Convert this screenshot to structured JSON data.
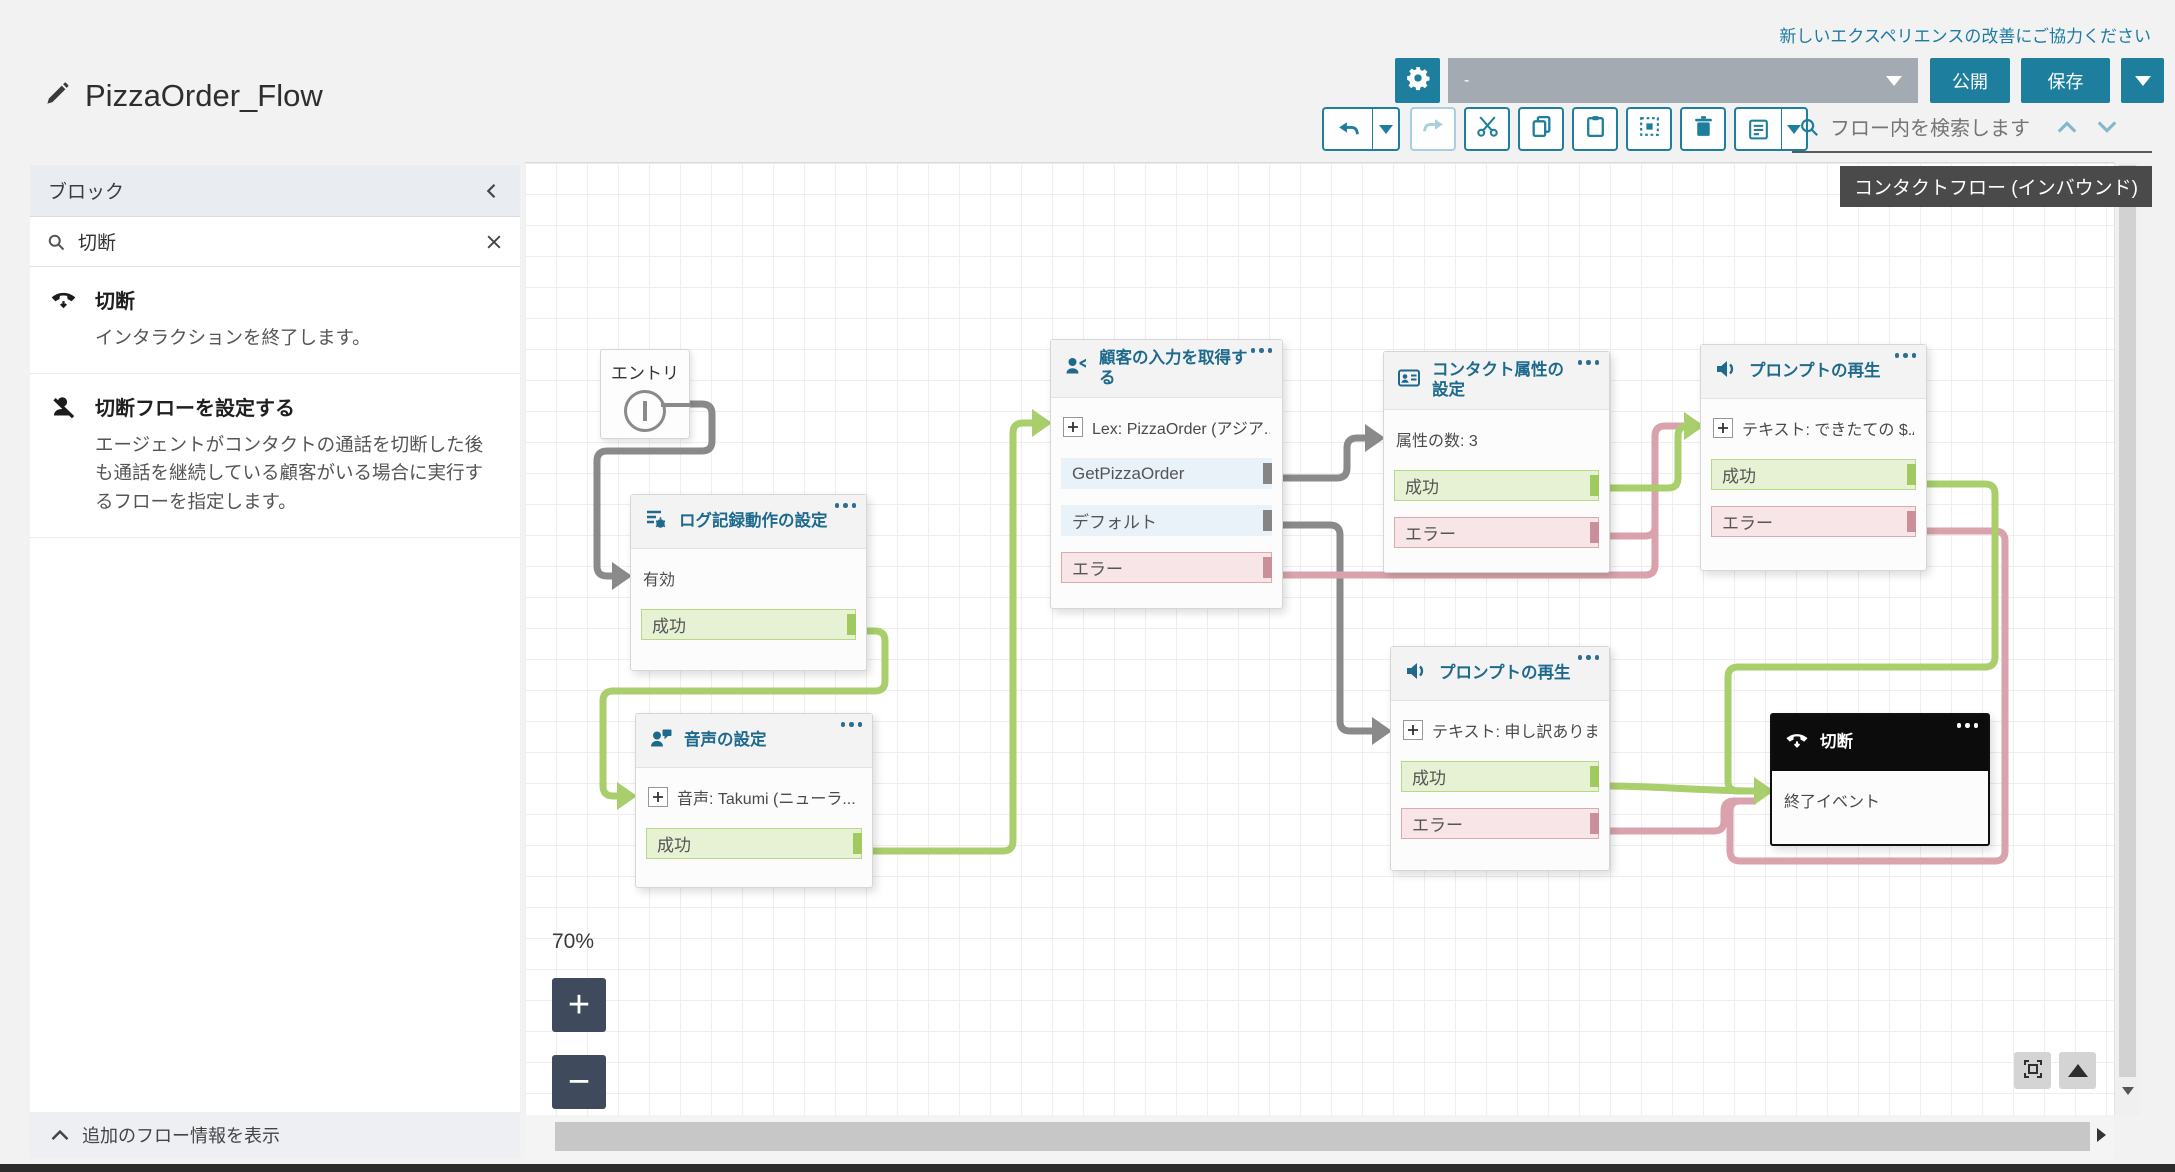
{
  "header": {
    "title": "PizzaOrder_Flow",
    "feedback_link": "新しいエクスペリエンスの改善にご協力ください",
    "version_select_value": "-",
    "publish_label": "公開",
    "save_label": "保存",
    "flow_search_placeholder": "フロー内を検索します",
    "flow_type_badge": "コンタクトフロー (インバウンド)"
  },
  "sidebar": {
    "title": "ブロック",
    "search_value": "切断",
    "items": [
      {
        "icon": "disconnect-icon",
        "title": "切断",
        "description": "インタラクションを終了します。"
      },
      {
        "icon": "set-disconnect-flow-icon",
        "title": "切断フローを設定する",
        "description": "エージェントがコンタクトの通話を切断した後も通話を継続している顧客がいる場合に実行するフローを指定します。"
      }
    ],
    "footer": "追加のフロー情報を表示"
  },
  "canvas": {
    "zoom_level": "70%",
    "entry_label": "エントリ",
    "nodes": [
      {
        "id": "set-logging-behavior",
        "title": "ログ記録動作の設定",
        "icon": "logging-icon",
        "param": {
          "text": "有効",
          "add": false
        },
        "rows": [
          {
            "label": "成功",
            "type": "success"
          }
        ]
      },
      {
        "id": "set-voice",
        "title": "音声の設定",
        "icon": "voice-icon",
        "param": {
          "text": "音声: Takumi (ニューラ...",
          "add": true
        },
        "rows": [
          {
            "label": "成功",
            "type": "success"
          }
        ]
      },
      {
        "id": "get-customer-input",
        "title": "顧客の入力を取得する",
        "icon": "get-input-icon",
        "param": {
          "text": "Lex: PizzaOrder (アジア...",
          "add": true
        },
        "rows": [
          {
            "label": "GetPizzaOrder",
            "type": "branch"
          },
          {
            "label": "デフォルト",
            "type": "branch"
          },
          {
            "label": "エラー",
            "type": "error"
          }
        ]
      },
      {
        "id": "set-contact-attributes",
        "title": "コンタクト属性の設定",
        "icon": "attributes-icon",
        "param": {
          "text": "属性の数: 3",
          "add": false
        },
        "rows": [
          {
            "label": "成功",
            "type": "success"
          },
          {
            "label": "エラー",
            "type": "error"
          }
        ]
      },
      {
        "id": "play-prompt-success",
        "title": "プロンプトの再生",
        "icon": "speaker-icon",
        "param": {
          "text": "テキスト: できたての $.A...",
          "add": true
        },
        "rows": [
          {
            "label": "成功",
            "type": "success"
          },
          {
            "label": "エラー",
            "type": "error"
          }
        ]
      },
      {
        "id": "play-prompt-error",
        "title": "プロンプトの再生",
        "icon": "speaker-icon",
        "param": {
          "text": "テキスト: 申し訳ありませ...",
          "add": true
        },
        "rows": [
          {
            "label": "成功",
            "type": "success"
          },
          {
            "label": "エラー",
            "type": "error"
          }
        ]
      },
      {
        "id": "disconnect",
        "title": "切断",
        "icon": "disconnect-icon",
        "dark": true,
        "param": {
          "text": "終了イベント",
          "add": false
        },
        "rows": []
      }
    ]
  },
  "colors": {
    "accent_teal": "#1d7e9e",
    "link_blue": "#1d7ba3",
    "node_title_blue": "#1e6a8d",
    "connector_gray": "#8a8a8a",
    "connector_green": "#a8cf6b",
    "connector_pink": "#d9a2ac",
    "success_row_bg": "#e7f1d3",
    "error_row_bg": "#f8e5e7",
    "branch_row_bg": "#e9f1f9",
    "dark_node_header": "#0c0c0c",
    "badge_bg": "#4a4a4a",
    "zoom_button_bg": "#3f4b5c"
  }
}
